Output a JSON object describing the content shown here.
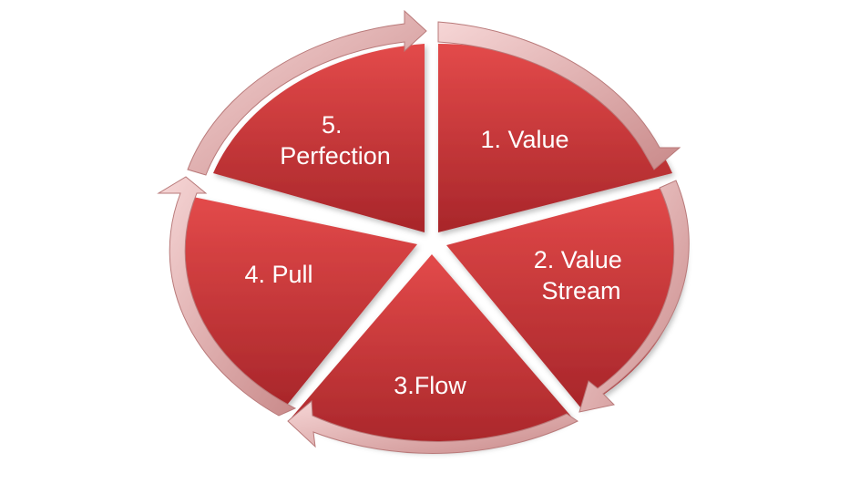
{
  "diagram": {
    "type": "cycle",
    "colors": {
      "segment_light": "#e34a4a",
      "segment_dark": "#a8262a",
      "arrow_light": "#f4cdcd",
      "arrow_dark": "#c98a8a"
    },
    "segments": [
      {
        "id": "value",
        "lines": [
          "1. Value"
        ]
      },
      {
        "id": "value-stream",
        "lines": [
          "2. Value",
          "Stream"
        ]
      },
      {
        "id": "flow",
        "lines": [
          "3.Flow"
        ]
      },
      {
        "id": "pull",
        "lines": [
          "4. Pull"
        ]
      },
      {
        "id": "perfection",
        "lines": [
          "5.",
          "Perfection"
        ]
      }
    ]
  }
}
